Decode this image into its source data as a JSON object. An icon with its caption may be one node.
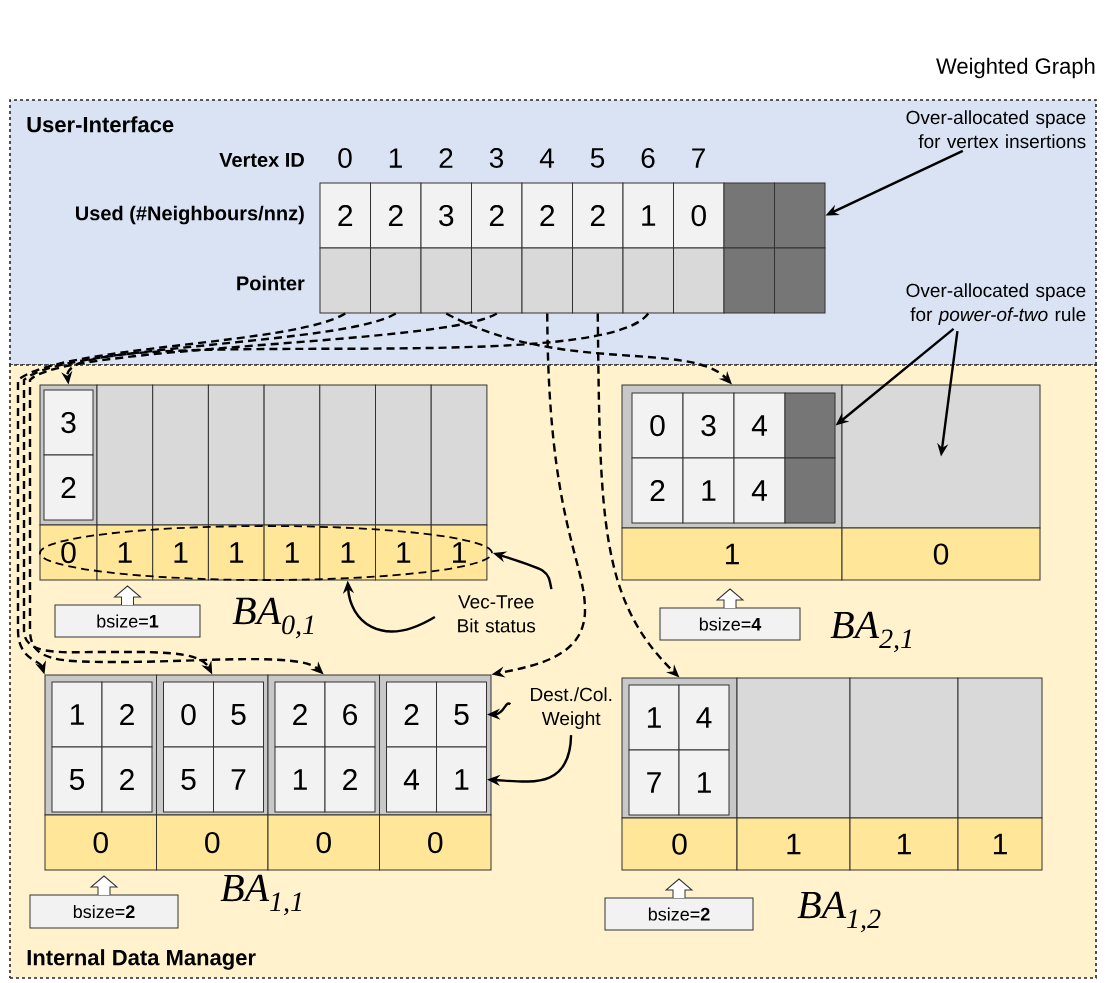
{
  "diagram": {
    "nodes": [
      {
        "text": [
          "User-Interface"
        ]
      },
      {
        "text": [
          "Internal Data Manager"
        ]
      },
      {
        "text": [
          "2"
        ],
        "in": 0
      },
      {
        "text": [
          "2"
        ],
        "in": 0
      },
      {
        "text": [
          "3"
        ],
        "in": 0
      },
      {
        "text": [
          "2"
        ],
        "in": 0
      },
      {
        "text": [
          "2"
        ],
        "in": 0
      },
      {
        "text": [
          "2"
        ],
        "in": 0
      },
      {
        "text": [
          "1"
        ],
        "in": 0
      },
      {
        "text": [
          "0"
        ],
        "in": 0
      },
      {
        "text": [],
        "shape": "box",
        "in": 0
      },
      {
        "text": [],
        "shape": "box",
        "in": 0
      },
      {
        "text": [],
        "shape": "box",
        "in": 0
      },
      {
        "text": [],
        "shape": "box",
        "in": 0
      },
      {
        "text": [],
        "shape": "box",
        "in": 0
      },
      {
        "text": [],
        "shape": "box",
        "in": 0
      },
      {
        "text": [],
        "shape": "box",
        "in": 0
      },
      {
        "text": [],
        "shape": "box",
        "in": 0
      },
      {
        "text": [],
        "shape": "box",
        "in": 0
      },
      {
        "text": [],
        "shape": "box",
        "in": 0
      },
      {
        "text": [],
        "shape": "box",
        "in": 0
      },
      {
        "text": [],
        "shape": "box",
        "in": 0
      },
      {
        "text": [],
        "shape": "box",
        "in": 1
      },
      {
        "text": [
          "3"
        ],
        "in": 22
      },
      {
        "text": [
          "2"
        ],
        "in": 22
      },
      {
        "text": [],
        "shape": "box",
        "in": 1
      },
      {
        "text": [],
        "shape": "box",
        "in": 1
      },
      {
        "text": [],
        "shape": "box",
        "in": 1
      },
      {
        "text": [],
        "shape": "box",
        "in": 1
      },
      {
        "text": [],
        "shape": "box",
        "in": 1
      },
      {
        "text": [],
        "shape": "box",
        "in": 1
      },
      {
        "text": [],
        "shape": "box",
        "in": 1
      },
      {
        "text": [],
        "shape": "ellipse",
        "in": 1
      },
      {
        "text": [
          "0"
        ],
        "in": 32
      },
      {
        "text": [
          "1"
        ],
        "in": 32
      },
      {
        "text": [
          "1"
        ],
        "in": 32
      },
      {
        "text": [
          "1"
        ],
        "in": 32
      },
      {
        "text": [
          "1"
        ],
        "in": 32
      },
      {
        "text": [
          "1"
        ],
        "in": 32
      },
      {
        "text": [
          "1"
        ],
        "in": 32
      },
      {
        "text": [
          "1"
        ],
        "in": 32
      },
      {
        "text": [],
        "shape": "box",
        "in": 1
      },
      {
        "text": [
          "0"
        ],
        "in": 41
      },
      {
        "text": [
          "3"
        ],
        "in": 41
      },
      {
        "text": [
          "4"
        ],
        "in": 41
      },
      {
        "text": [
          "2"
        ],
        "in": 41
      },
      {
        "text": [
          "1"
        ],
        "in": 41
      },
      {
        "text": [
          "4"
        ],
        "in": 41
      },
      {
        "text": [],
        "shape": "box",
        "in": 41
      },
      {
        "text": [],
        "shape": "box",
        "in": 41
      },
      {
        "text": [],
        "shape": "box",
        "in": 1
      },
      {
        "text": [
          "1"
        ],
        "in": 1
      },
      {
        "text": [
          "0"
        ],
        "in": 1
      },
      {
        "text": [],
        "shape": "box",
        "in": 1
      },
      {
        "text": [
          "1"
        ],
        "in": 53
      },
      {
        "text": [
          "2"
        ],
        "in": 53
      },
      {
        "text": [
          "5"
        ],
        "in": 53
      },
      {
        "text": [
          "2"
        ],
        "in": 53
      },
      {
        "text": [],
        "shape": "box",
        "in": 1
      },
      {
        "text": [
          "0"
        ],
        "in": 58
      },
      {
        "text": [
          "5"
        ],
        "in": 58
      },
      {
        "text": [
          "5"
        ],
        "in": 58
      },
      {
        "text": [
          "7"
        ],
        "in": 58
      },
      {
        "text": [],
        "shape": "box",
        "in": 1
      },
      {
        "text": [
          "2"
        ],
        "in": 63
      },
      {
        "text": [
          "6"
        ],
        "in": 63
      },
      {
        "text": [
          "1"
        ],
        "in": 63
      },
      {
        "text": [
          "2"
        ],
        "in": 63
      },
      {
        "text": [],
        "shape": "box",
        "in": 1
      },
      {
        "text": [
          "2"
        ],
        "in": 68
      },
      {
        "text": [
          "5"
        ],
        "in": 68
      },
      {
        "text": [
          "4"
        ],
        "in": 68
      },
      {
        "text": [
          "1"
        ],
        "in": 68
      },
      {
        "text": [
          "0"
        ],
        "in": 1
      },
      {
        "text": [
          "0"
        ],
        "in": 1
      },
      {
        "text": [
          "0"
        ],
        "in": 1
      },
      {
        "text": [
          "0"
        ],
        "in": 1
      },
      {
        "text": [],
        "shape": "box",
        "in": 1
      },
      {
        "text": [
          "1"
        ],
        "in": 77
      },
      {
        "text": [
          "4"
        ],
        "in": 77
      },
      {
        "text": [
          "7"
        ],
        "in": 77
      },
      {
        "text": [
          "1"
        ],
        "in": 77
      },
      {
        "text": [],
        "shape": "box",
        "in": 1
      },
      {
        "text": [],
        "shape": "box",
        "in": 1
      },
      {
        "text": [],
        "shape": "box",
        "in": 1
      },
      {
        "text": [
          "0"
        ],
        "in": 1
      },
      {
        "text": [
          "1"
        ],
        "in": 1
      },
      {
        "text": [
          "1"
        ],
        "in": 1
      },
      {
        "text": [
          "1"
        ],
        "in": 1
      },
      {
        "text": [
          "Over-allocated space for vertex insertions"
        ],
        "in": 0
      },
      {
        "text": [
          "Over-allocated space for *power-of-two* rule"
        ],
        "in": 0
      },
      {
        "text": [
          "Vec-Tree Bit status"
        ],
        "in": 1
      },
      {
        "text": [
          "Dest./Col. Weight"
        ],
        "in": 1
      },
      {
        "text": [
          "bsize=**1**"
        ],
        "in": 1
      },
      {
        "text": [
          "bsize=**4**"
        ],
        "in": 1
      },
      {
        "text": [
          "bsize=**2**"
        ],
        "in": 1
      },
      {
        "text": [
          "bsize=**2**"
        ],
        "in": 1
      }
    ],
    "edges": [
      {
        "from": 12,
        "to": 53,
        "arrow": "to",
        "style": "dashed"
      },
      {
        "from": 13,
        "to": 58,
        "arrow": "to",
        "style": "dashed"
      },
      {
        "from": 14,
        "to": 41,
        "arrow": "to",
        "style": "dashed"
      },
      {
        "from": 15,
        "to": 63,
        "arrow": "to",
        "style": "dashed"
      },
      {
        "from": 16,
        "to": 68,
        "arrow": "to",
        "style": "dashed"
      },
      {
        "from": 17,
        "to": 77,
        "arrow": "to",
        "style": "dashed"
      },
      {
        "from": 18,
        "to": 22,
        "arrow": "to",
        "style": "dashed"
      },
      {
        "from": 89,
        "to": 11,
        "arrow": "to"
      },
      {
        "from": 90,
        "to": 48,
        "arrow": "to"
      },
      {
        "from": 90,
        "to": 50,
        "arrow": "to"
      },
      {
        "from": 91,
        "to": 32,
        "arrow": "to"
      },
      {
        "from": 91,
        "to": 38,
        "arrow": "to"
      },
      {
        "from": 92,
        "to": 70,
        "arrow": "to"
      },
      {
        "from": 92,
        "to": 72,
        "arrow": "to"
      }
    ],
    "labels": [
      "Weighted Graph",
      "Vertex ID",
      "0",
      "1",
      "2",
      "3",
      "4",
      "5",
      "6",
      "7",
      "Used (#Neighbours/nnz)",
      "Pointer",
      "BA$_{0,1}$",
      "BA$_{2,1}$",
      "BA$_{1,1}$",
      "BA$_{1,2}$"
    ]
  }
}
